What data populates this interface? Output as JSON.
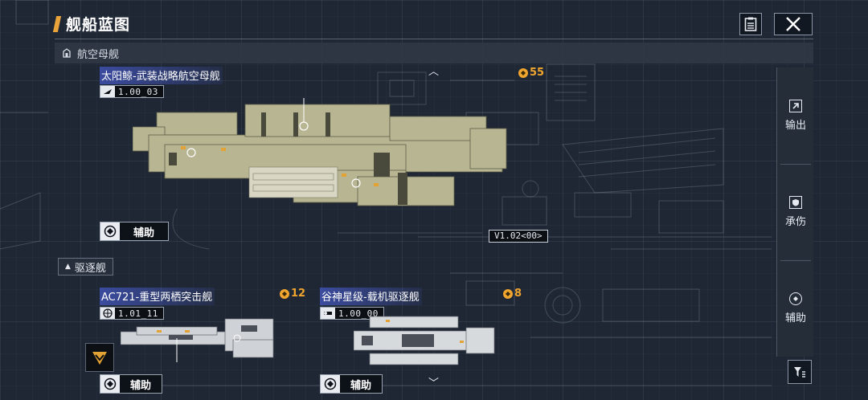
{
  "header": {
    "title": "舰船蓝图",
    "notes_icon": "notes-icon",
    "close_icon": "close-icon"
  },
  "section": {
    "label": "航空母舰",
    "icon": "hangar-icon"
  },
  "carrier": {
    "name": "太阳鲸-武装战略航空母舰",
    "sub_value": "1.00_03",
    "cost": "55",
    "role_label": "辅助",
    "version": "V1.02<00>"
  },
  "destroyer_section": {
    "label": "驱逐舰"
  },
  "ships": [
    {
      "name": "AC721-重型两栖突击舰",
      "sub_value": "1.01_11",
      "cost": "12",
      "role_label": "辅助"
    },
    {
      "name": "谷神星级-载机驱逐舰",
      "sub_value": "1.00_00",
      "cost": "8",
      "role_label": "辅助"
    }
  ],
  "side_panel": {
    "items": [
      {
        "label": "输出",
        "icon": "export-arrow-icon"
      },
      {
        "label": "承伤",
        "icon": "shield-icon"
      },
      {
        "label": "辅助",
        "icon": "support-icon"
      }
    ]
  },
  "colors": {
    "accent": "#f0a62e",
    "name_highlight": "#4052b2",
    "background": "#1f2734"
  }
}
